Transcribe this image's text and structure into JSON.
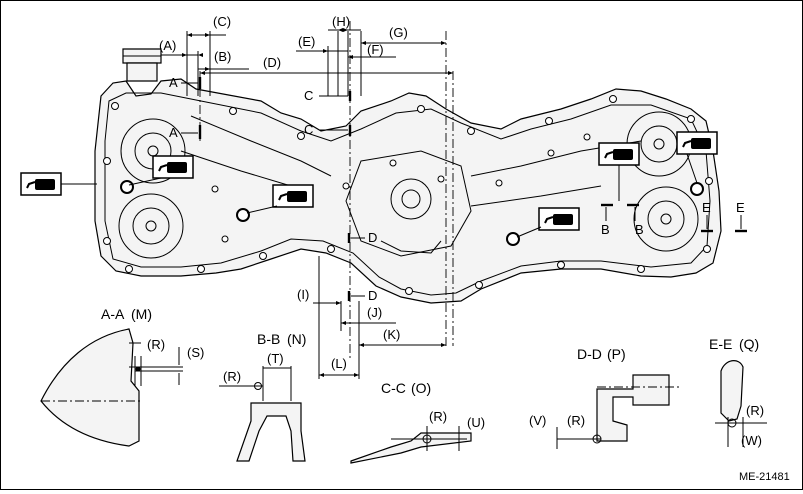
{
  "figure_code": "ME-21481",
  "dims": {
    "A": "(A)",
    "B": "(B)",
    "C": "(C)",
    "D": "(D)",
    "E": "(E)",
    "F": "(F)",
    "G": "(G)",
    "H": "(H)",
    "I": "(I)",
    "J": "(J)",
    "K": "(K)",
    "L": "(L)",
    "R": "(R)",
    "S": "(S)",
    "T": "(T)",
    "U": "(U)",
    "V": "(V)",
    "W": "(W)"
  },
  "cut_markers": {
    "A": "A",
    "B": "B",
    "C": "C",
    "D": "D",
    "E": "E"
  },
  "sections": {
    "aa_title": "A-A",
    "aa_ref": "(M)",
    "bb_title": "B-B",
    "bb_ref": "(N)",
    "cc_title": "C-C",
    "cc_ref": "(O)",
    "dd_title": "D-D",
    "dd_ref": "(P)",
    "ee_title": "E-E",
    "ee_ref": "(Q)"
  },
  "sealant_icon": "sealant-applicator-icon"
}
